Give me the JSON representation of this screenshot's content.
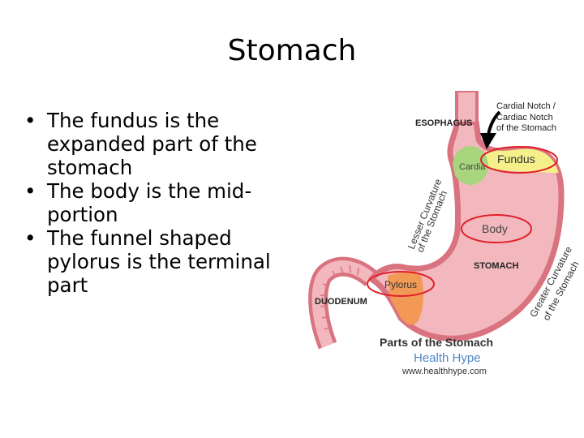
{
  "slide": {
    "title": "Stomach",
    "bullet_glyph": "•",
    "bullets": [
      "The fundus is the expanded part of the stomach",
      "The body is the mid-portion",
      "The funnel shaped pylorus is the terminal part"
    ]
  },
  "diagram": {
    "labels": {
      "esophagus": "ESOPHAGUS",
      "cardial_notch_1": "Cardial Notch /",
      "cardial_notch_2": "Cardiac Notch",
      "cardial_notch_3": "of the Stomach",
      "fundus": "Fundus",
      "cardia": "Cardia",
      "lesser_curvature": "Lesser Curvature",
      "lesser_curvature_2": "of the Stomach",
      "body": "Body",
      "stomach": "STOMACH",
      "greater_curvature": "Greater Curvature",
      "greater_curvature_2": "of the Stomach",
      "pylorus": "Pylorus",
      "duodenum": "DUODENUM"
    },
    "caption": {
      "title": "Parts of the Stomach",
      "brand": "Health Hype",
      "url": "www.healthhype.com"
    },
    "colors": {
      "stomach_fill": "#f2b8bd",
      "stomach_wall": "#d9737f",
      "fundus_fill": "#f5f08a",
      "cardia_fill": "#a8d67e",
      "pylorus_fill": "#f29a55",
      "highlight_ring": "#e0202a",
      "brand": "#4f86c8"
    }
  }
}
